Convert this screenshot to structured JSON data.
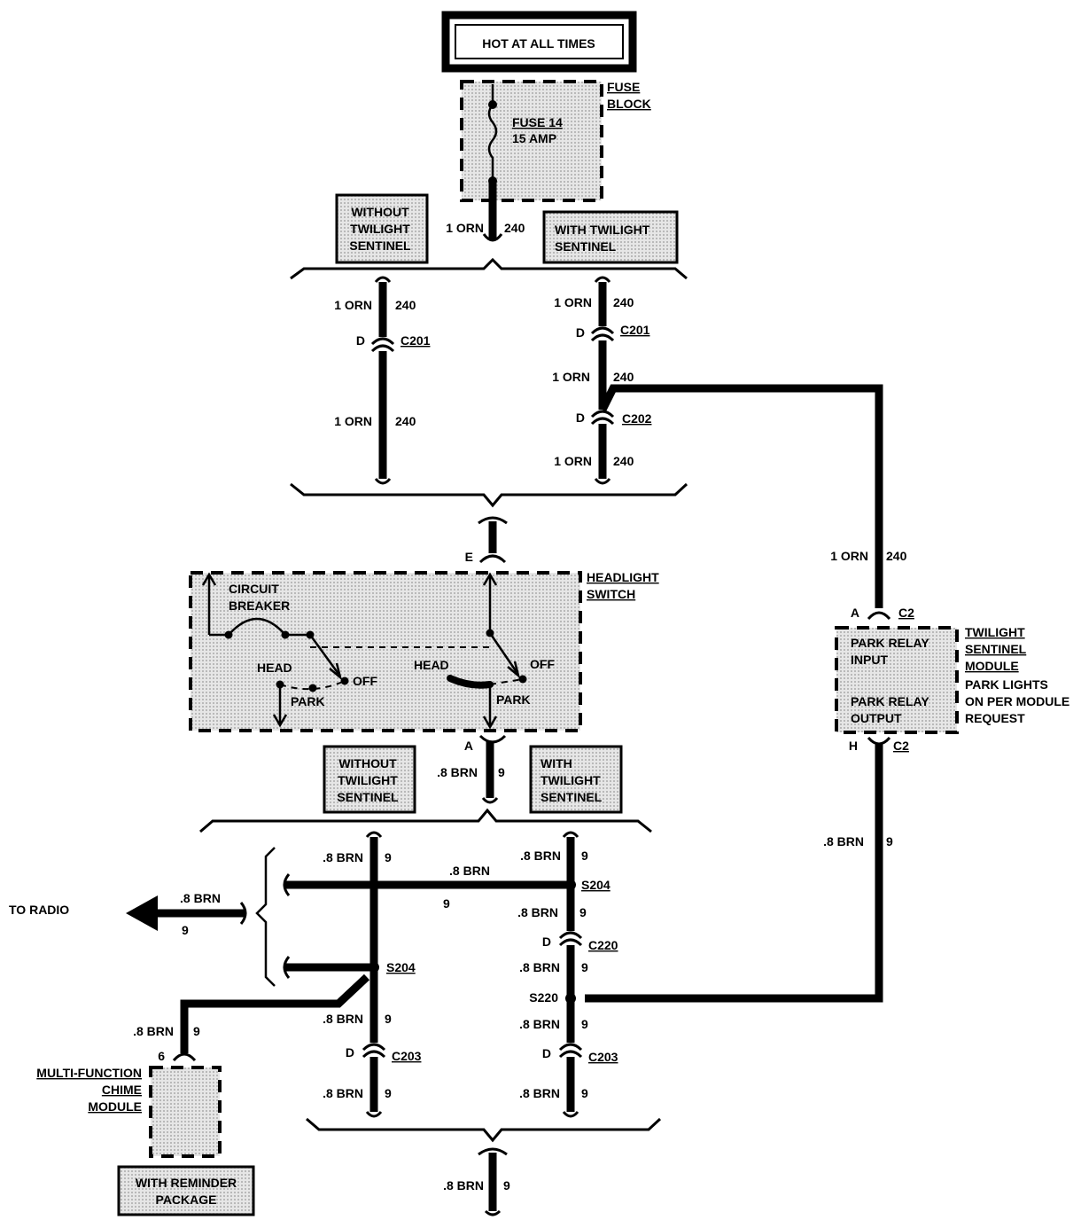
{
  "power": {
    "title": "HOT AT ALL TIMES"
  },
  "fuse_block": {
    "line1": "FUSE",
    "line2": "BLOCK",
    "fuse_line1": "FUSE 14",
    "fuse_line2": "15 AMP"
  },
  "variants": {
    "without_top": [
      "WITHOUT",
      "TWILIGHT",
      "SENTINEL"
    ],
    "with_top": [
      "WITH TWILIGHT",
      "SENTINEL"
    ],
    "without_bottom": [
      "WITHOUT",
      "TWILIGHT",
      "SENTINEL"
    ],
    "with_bottom": [
      "WITH",
      "TWILIGHT",
      "SENTINEL"
    ]
  },
  "wire_orn": {
    "gauge": "1 ORN",
    "circuit": "240"
  },
  "wire_brn": {
    "gauge": ".8 BRN",
    "circuit": "9"
  },
  "connectors": {
    "c201": "C201",
    "c202": "C202",
    "c203": "C203",
    "c220": "C220",
    "c2": "C2",
    "s204": "S204",
    "s220": "S220",
    "pin_d": "D",
    "pin_e": "E",
    "pin_a": "A",
    "pin_h": "H",
    "pin_6": "6"
  },
  "headlight_switch": {
    "line1": "HEADLIGHT",
    "line2": "SWITCH",
    "cb1": "CIRCUIT",
    "cb2": "BREAKER",
    "head": "HEAD",
    "park": "PARK",
    "off": "OFF"
  },
  "twilight_module": {
    "title": [
      "TWILIGHT",
      "SENTINEL",
      "MODULE"
    ],
    "note": [
      "PARK LIGHTS",
      "ON PER MODULE",
      "REQUEST"
    ],
    "input": [
      "PARK RELAY",
      "INPUT"
    ],
    "output": [
      "PARK RELAY",
      "OUTPUT"
    ]
  },
  "radio": {
    "label": "TO RADIO"
  },
  "chime": {
    "title": [
      "MULTI-FUNCTION",
      "CHIME",
      "MODULE"
    ],
    "reminder": [
      "WITH REMINDER",
      "PACKAGE"
    ]
  }
}
